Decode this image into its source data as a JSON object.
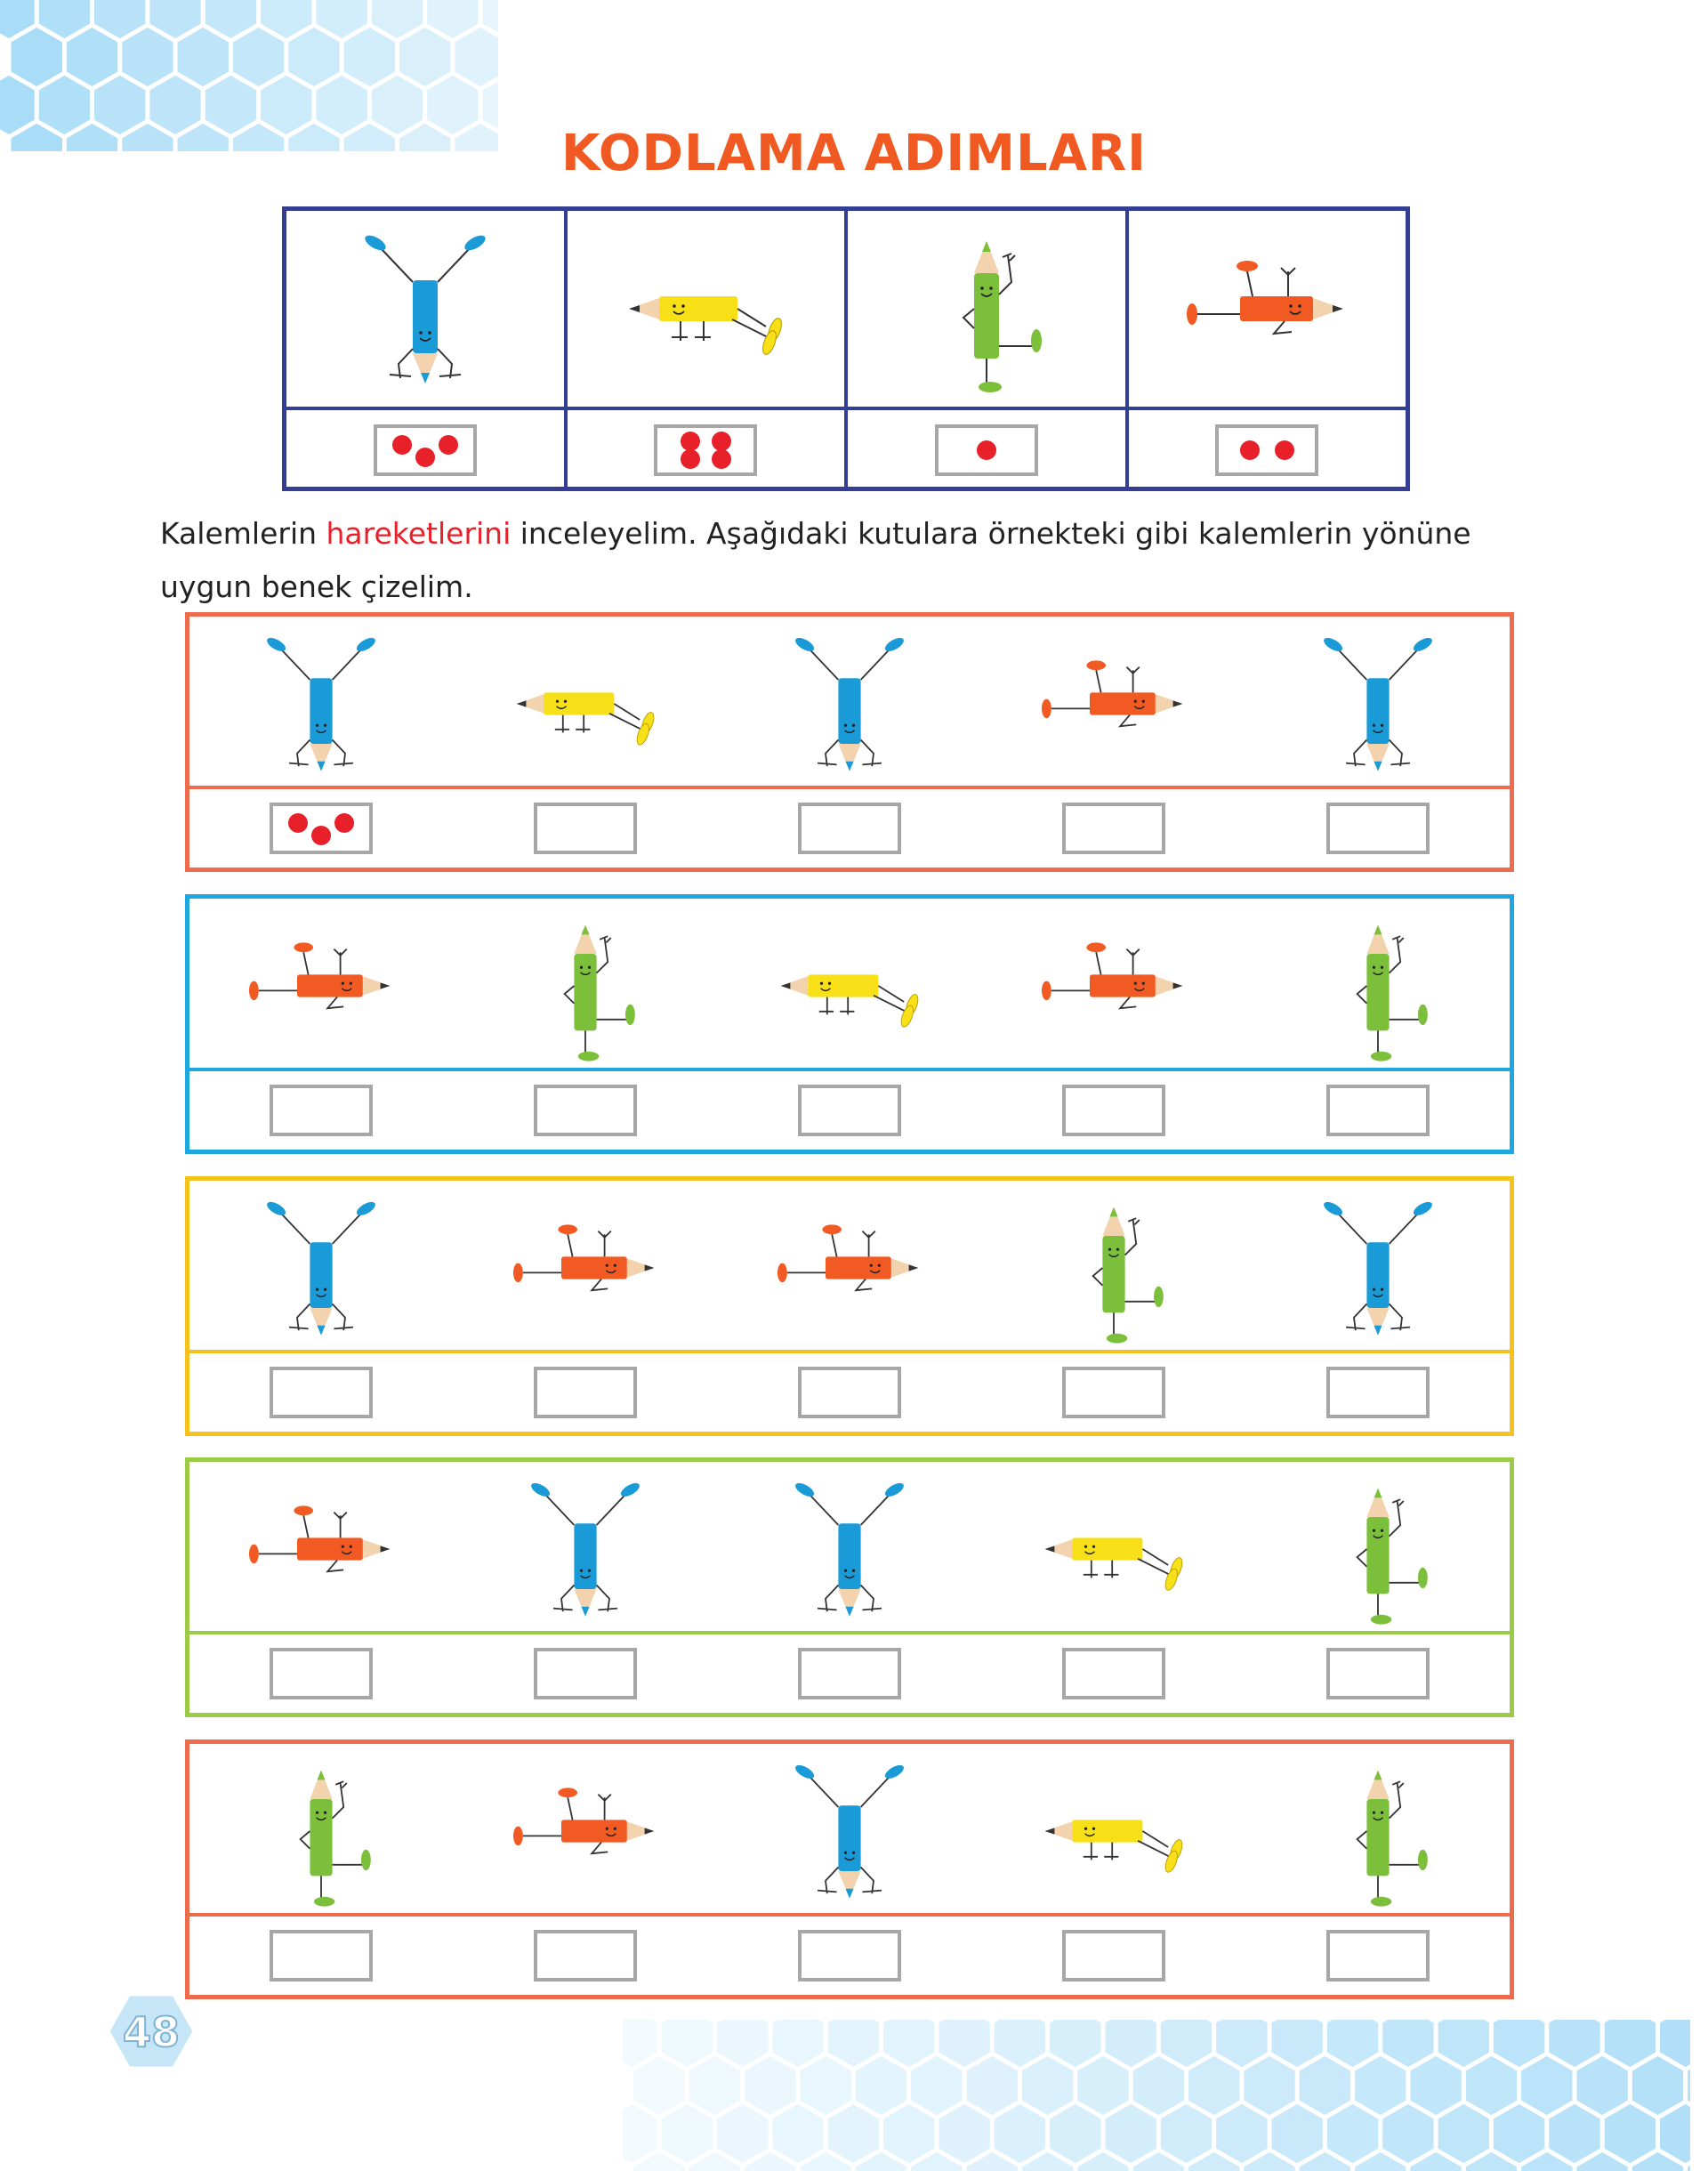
{
  "title": "KODLAMA ADIMLARI",
  "colors": {
    "title": "#f05a22",
    "legend_border": "#343e94",
    "dot": "#e8202a",
    "box": "#a7a7a7",
    "blue_pencil": "#1a9ad6",
    "yellow_pencil": "#f7e017",
    "green_pencil": "#7cbf3a",
    "orange_pencil": "#f15a22"
  },
  "legend": [
    {
      "pose": "handstand",
      "dots": 3
    },
    {
      "pose": "left",
      "dots": 4
    },
    {
      "pose": "stand",
      "dots": 1
    },
    {
      "pose": "right",
      "dots": 2
    }
  ],
  "instruction": {
    "before": "Kalemlerin ",
    "highlight": "hareketlerini",
    "after": " inceleyelim.   Aşağıdaki kutulara örnekteki gibi kalemlerin yönüne uygun benek çizelim."
  },
  "tasks": [
    {
      "border": "#ee6c4d",
      "items": [
        "handstand",
        "left",
        "handstand",
        "right",
        "handstand"
      ],
      "answers": [
        3,
        0,
        0,
        0,
        0
      ]
    },
    {
      "border": "#1ea7e1",
      "items": [
        "right",
        "stand",
        "left",
        "right",
        "stand"
      ],
      "answers": [
        0,
        0,
        0,
        0,
        0
      ]
    },
    {
      "border": "#f7c21e",
      "items": [
        "handstand",
        "right",
        "right",
        "stand",
        "handstand"
      ],
      "answers": [
        0,
        0,
        0,
        0,
        0
      ]
    },
    {
      "border": "#9ccb49",
      "items": [
        "right",
        "handstand",
        "handstand",
        "left",
        "stand"
      ],
      "answers": [
        0,
        0,
        0,
        0,
        0
      ]
    },
    {
      "border": "#ee6c4d",
      "items": [
        "stand",
        "right",
        "handstand",
        "left",
        "stand"
      ],
      "answers": [
        0,
        0,
        0,
        0,
        0
      ]
    }
  ],
  "page_number": "48"
}
